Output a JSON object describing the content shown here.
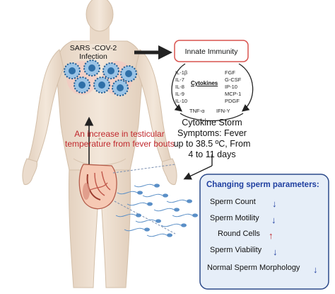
{
  "infection": {
    "line1": "SARS -COV-2",
    "line2": "Infection"
  },
  "innate_immunity": {
    "title": "Innate Immunity"
  },
  "cytokines": {
    "title": "Cytokines",
    "items": [
      "IL-1β",
      "IL-7",
      "IL-8",
      "IL-9",
      "IL-10",
      "FGF",
      "G-CSF",
      "IP-10",
      "MCP-1",
      "PDGF",
      "TNF-α",
      "IFN-Y"
    ]
  },
  "cytokine_storm": {
    "line1": "Cytokine Storm",
    "line2": "Symptoms: Fever",
    "line3": "up to 38.5 ºC, From",
    "line4": "4 to 11 days"
  },
  "testicular": {
    "line1": "An increase in testicular",
    "line2": "temperature from fever bouts"
  },
  "sperm_parameters": {
    "title": "Changing sperm parameters:",
    "items": [
      {
        "label": "Sperm Count",
        "direction": "down"
      },
      {
        "label": "Sperm Motility",
        "direction": "down"
      },
      {
        "label": "Round Cells",
        "direction": "up"
      },
      {
        "label": "Sperm Viability",
        "direction": "down"
      },
      {
        "label": "Normal Sperm Morphology",
        "direction": "down"
      }
    ]
  },
  "colors": {
    "red_text": "#c0282d",
    "blue_text": "#1f3fa0",
    "immunity_box_border": "#d9534f",
    "params_panel_fill": "#e6eef8",
    "params_panel_border": "#2c4a8a",
    "body_skin": "#efe1d3",
    "virus_blue": "#1f5c93"
  },
  "icons": {
    "arrow_down": "↓",
    "arrow_up": "↑"
  }
}
